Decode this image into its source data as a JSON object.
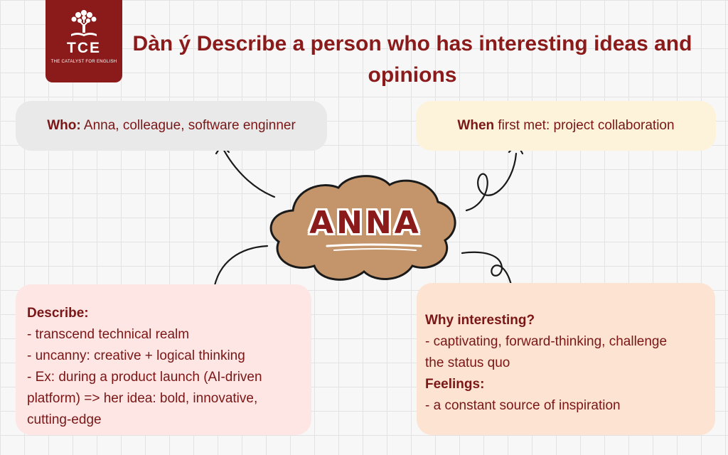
{
  "logo": {
    "name": "TCE",
    "tagline": "THE CATALYST FOR ENGLISH"
  },
  "title": "Dàn ý Describe a person who has interesting ideas and opinions",
  "center": {
    "name": "ANNA"
  },
  "who": {
    "label": "Who:",
    "text": " Anna, colleague, software enginner"
  },
  "when": {
    "label": "When",
    "text": " first met: project collaboration"
  },
  "describe": {
    "label": "Describe:",
    "lines": [
      "- transcend technical realm",
      "- uncanny: creative + logical thinking",
      "- Ex: during a product launch (AI-driven",
      "platform) => her idea: bold, innovative,",
      "cutting-edge"
    ]
  },
  "why": {
    "label": "Why interesting?",
    "lines": [
      "- captivating, forward-thinking, challenge",
      "the status quo"
    ],
    "feelings_label": "Feelings:",
    "feelings_lines": [
      "- a constant source of inspiration"
    ]
  },
  "colors": {
    "brand": "#8b1a1a",
    "cloud": "#c4956a",
    "who_bg": "#e9e9e9",
    "when_bg": "#fdf3da",
    "describe_bg": "#fde6e4",
    "why_bg": "#fde3d2"
  }
}
